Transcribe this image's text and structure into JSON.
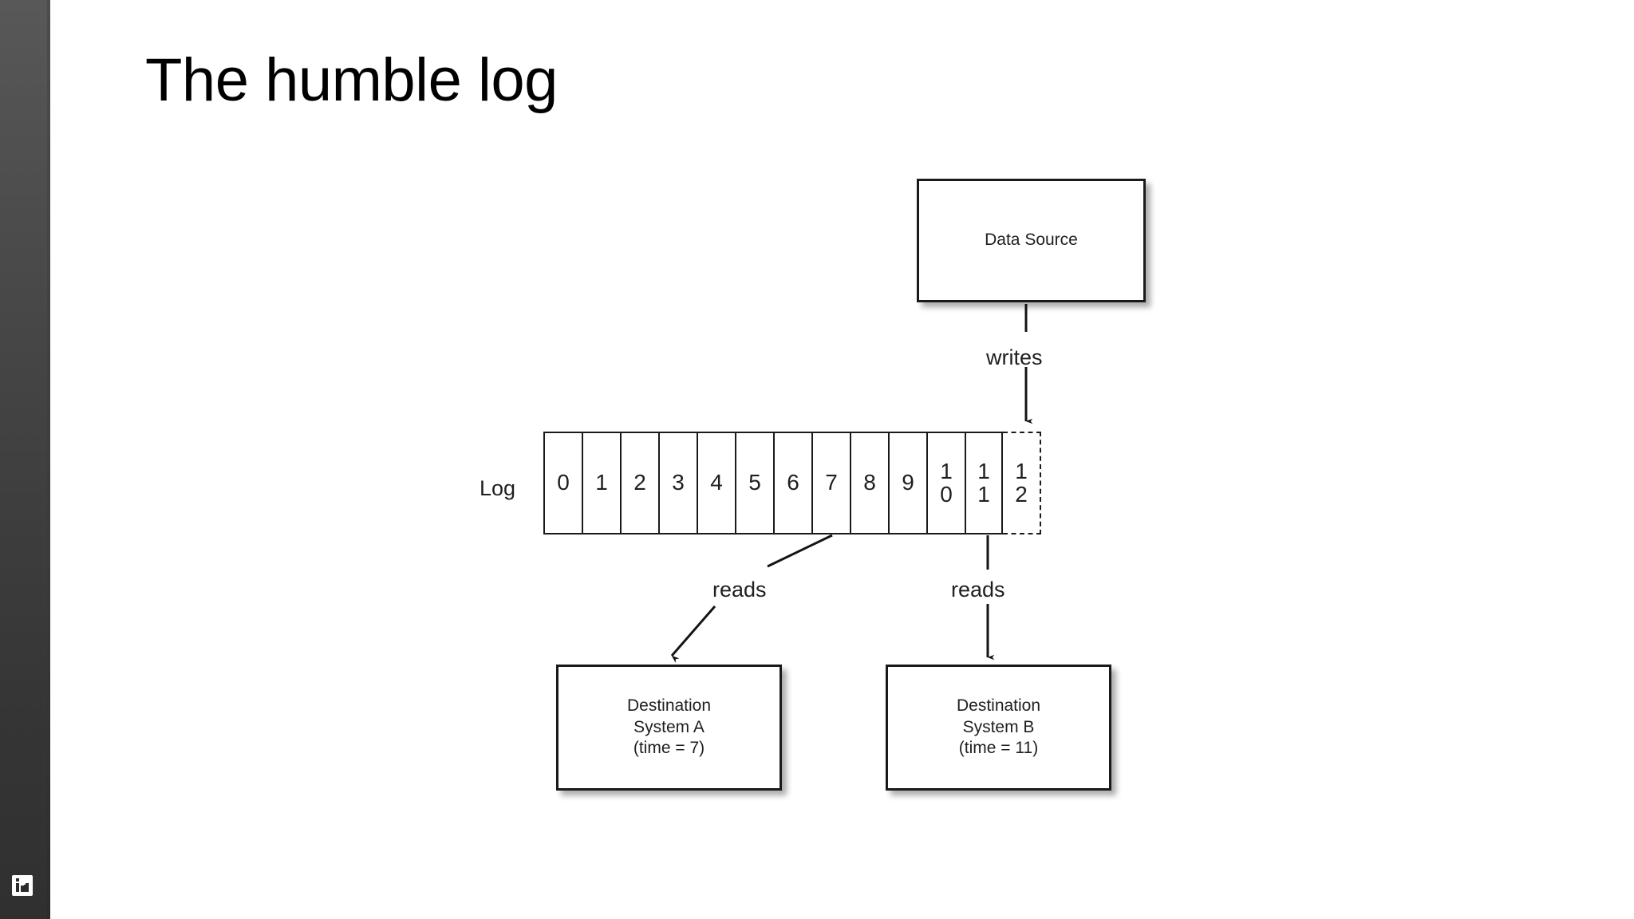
{
  "slide": {
    "title": "The humble log",
    "background": "#ffffff",
    "sidebar": {
      "color_top": "#585858",
      "color_bottom": "#303030",
      "logo": "linkedin-logo"
    }
  },
  "diagram": {
    "type": "flow-diagram",
    "nodes": [
      {
        "id": "data_source",
        "label": "Data Source",
        "shape": "rect"
      },
      {
        "id": "log",
        "label": "Log",
        "shape": "cell-strip"
      },
      {
        "id": "dest_a",
        "label": "Destination\nSystem A\n(time = 7)",
        "shape": "rect"
      },
      {
        "id": "dest_b",
        "label": "Destination\nSystem B\n(time = 11)",
        "shape": "rect"
      }
    ],
    "log": {
      "label": "Log",
      "cells": [
        "0",
        "1",
        "2",
        "3",
        "4",
        "5",
        "6",
        "7",
        "8",
        "9",
        "1\n0",
        "1\n1"
      ],
      "pending_cell": "1\n2",
      "pending_style": "dashed"
    },
    "edges": [
      {
        "from": "data_source",
        "to": "log",
        "label": "writes",
        "style": "solid-arrow"
      },
      {
        "from": "log",
        "to": "dest_a",
        "label": "reads",
        "style": "solid-arrow"
      },
      {
        "from": "log",
        "to": "dest_b",
        "label": "reads",
        "style": "solid-arrow"
      }
    ],
    "labels": {
      "writes": "writes",
      "reads_a": "reads",
      "reads_b": "reads"
    },
    "boxes": {
      "data_source": "Data Source",
      "dest_a_line1": "Destination",
      "dest_a_line2": "System A",
      "dest_a_line3": "(time = 7)",
      "dest_b_line1": "Destination",
      "dest_b_line2": "System B",
      "dest_b_line3": "(time = 11)"
    }
  }
}
